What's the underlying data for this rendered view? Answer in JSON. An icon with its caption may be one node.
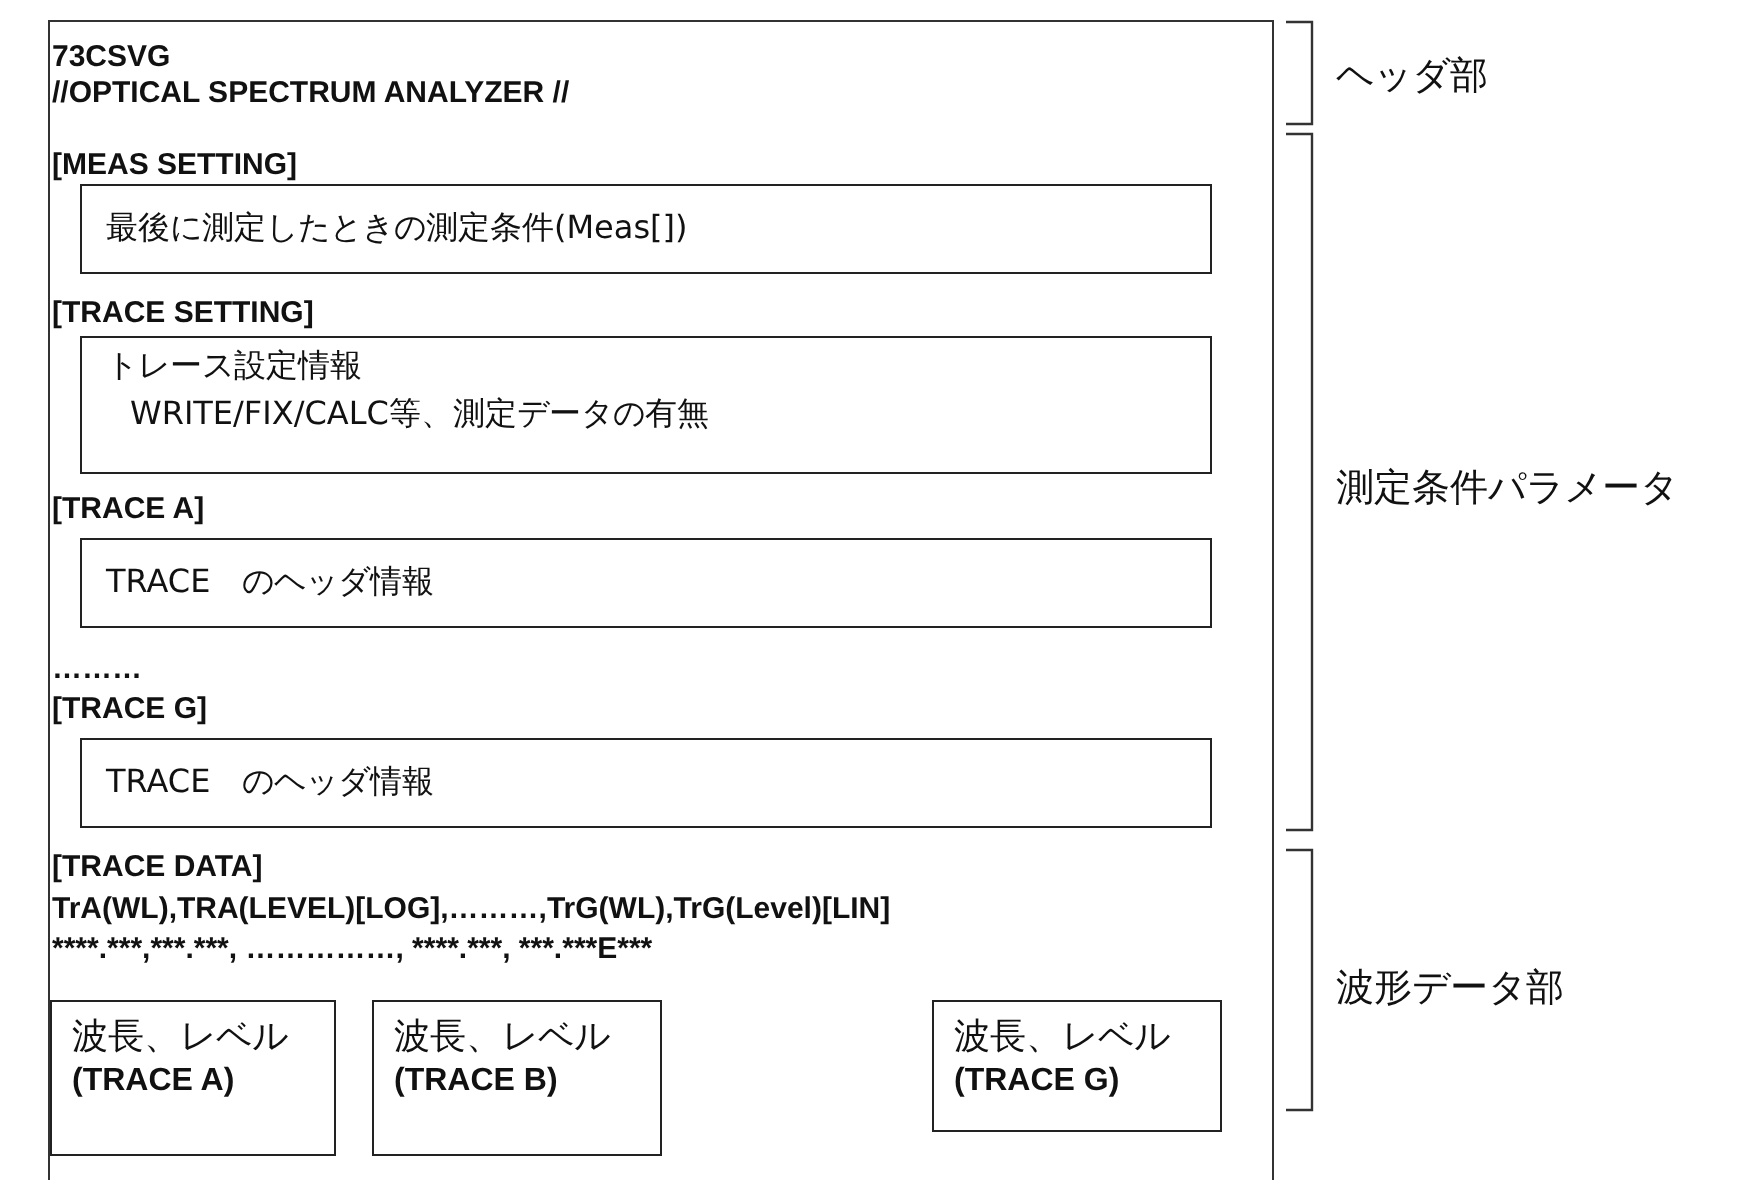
{
  "diagram": {
    "nodes": [
      {
        "text": [],
        "shape": "box"
      },
      {
        "text": [
          "[MEAS SETTING]",
          "最後に測定したときの測定条件(Meas[])"
        ],
        "in": 0
      },
      {
        "text": [
          "[TRACE SETTING]",
          "トレース設定情報",
          "WRITE/FIX/CALC等、測定データの有無"
        ],
        "in": 0
      },
      {
        "text": [
          "[TRACE A]",
          "TRACE　のヘッダ情報"
        ],
        "in": 0
      },
      {
        "text": [
          "[TRACE G]",
          "TRACE　のヘッダ情報"
        ],
        "in": 0
      },
      {
        "text": [
          "波長、レベル",
          "(TRACE A)"
        ],
        "in": 0
      },
      {
        "text": [
          "波長、レベル",
          "(TRACE B)"
        ],
        "in": 0
      },
      {
        "text": [
          "波長、レベル",
          "(TRACE G)"
        ],
        "in": 0
      }
    ],
    "edges": [],
    "labels": [
      "73CSVG",
      "//OPTICAL SPECTRUM ANALYZER //",
      "………",
      "[TRACE DATA]",
      "TrA(WL),TRA(LEVEL)[LOG],………,TrG(WL),TrG(Level)[LIN]",
      "****.***,***.***, ……………, ****.***, ***.***E***",
      "ヘッダ部",
      "測定条件パラメータ",
      "波形データ部"
    ]
  }
}
